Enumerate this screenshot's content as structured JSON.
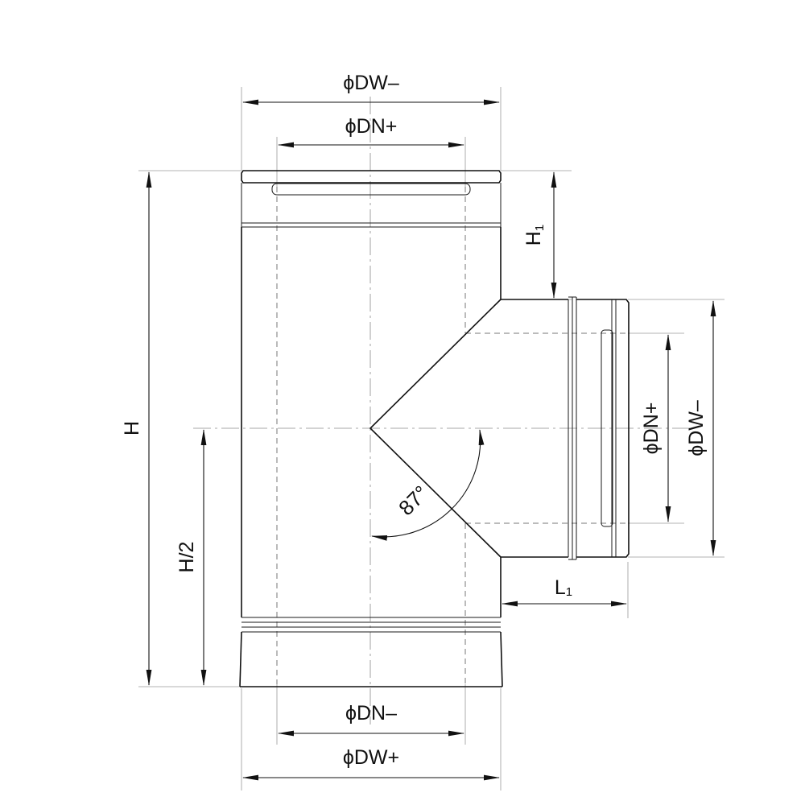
{
  "dimensions": {
    "top_outer_diameter": "ϕDW–",
    "top_inner_diameter": "ϕDN+",
    "bottom_inner_diameter": "ϕDN–",
    "bottom_outer_diameter": "ϕDW+",
    "height_label": "H",
    "half_height_label": "H/2",
    "branch_height_main": "H",
    "branch_height_sub": "1",
    "branch_length_main": "L",
    "branch_length_sub": "1",
    "branch_inner_diameter": "ϕDN+",
    "branch_outer_diameter": "ϕDW–",
    "angle": "87°"
  }
}
